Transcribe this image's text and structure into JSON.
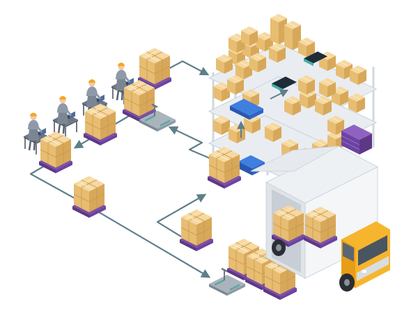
{
  "diagram": {
    "kind": "isometric warehouse logistics flow illustration",
    "nodes": [
      {
        "name": "pallet-station-1"
      },
      {
        "name": "pallet-station-2"
      },
      {
        "name": "pallet-station-3"
      },
      {
        "name": "pallet-station-4"
      },
      {
        "name": "pallet-station-5"
      },
      {
        "name": "pallet-station-6"
      },
      {
        "name": "pallet-station-7"
      },
      {
        "name": "storage-rack"
      },
      {
        "name": "delivery-truck"
      }
    ],
    "workers_count": 4,
    "connectors_count": 5
  },
  "colors": {
    "box_top": "#f6d9a0",
    "box_left": "#e7bd72",
    "box_right": "#d8a85a",
    "box_line": "#c9974d",
    "pallet_top": "#7b4fa6",
    "pallet_side": "#5e3886",
    "arrow": "#5e7f8a",
    "rack_frame": "#d5dde4",
    "rack_shelf": "#e9edf1",
    "blue_container": "#2f64c7",
    "truck_body": "#f4f6f8",
    "truck_cab": "#f7b52e",
    "worker_shirt": "#8e9aa8",
    "worker_helmet": "#f5a623",
    "desk": "#5a6470"
  },
  "icons": {
    "worker": "worker-icon",
    "box": "cardboard-box-icon",
    "pallet_jack": "pallet-jack-icon",
    "truck": "truck-icon",
    "rack": "shelf-rack-icon"
  }
}
